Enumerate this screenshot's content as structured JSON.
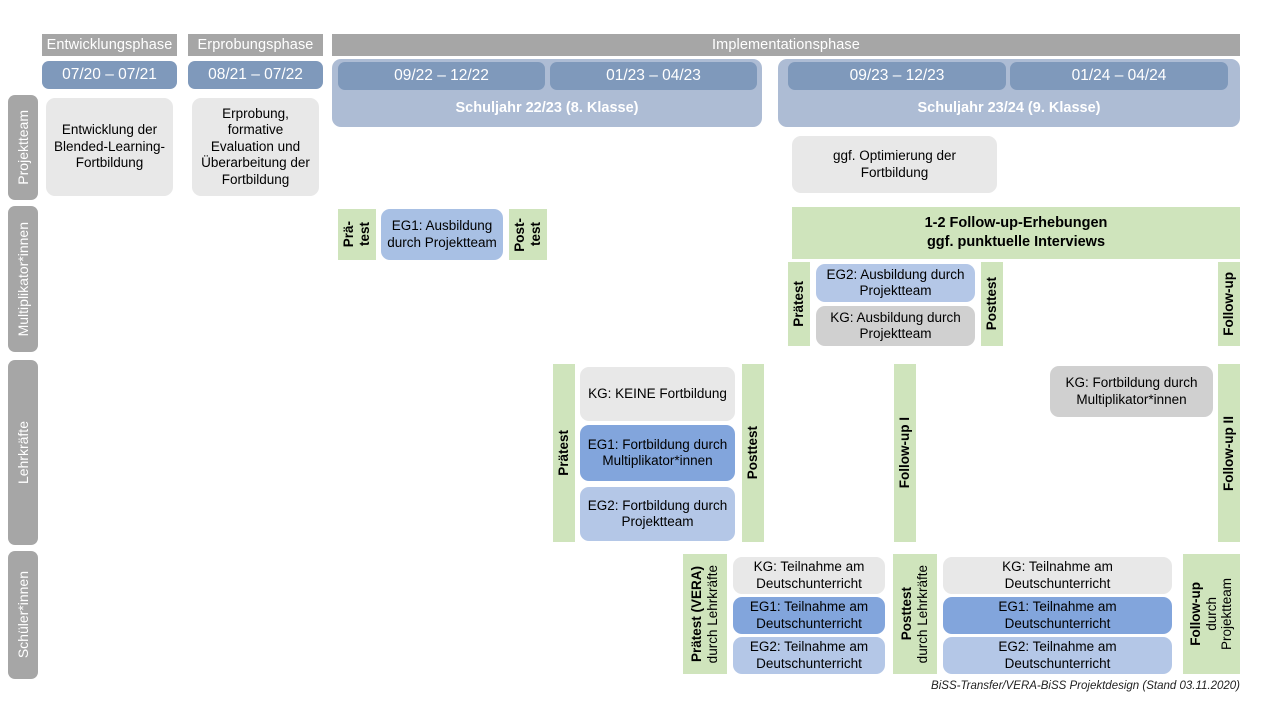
{
  "diagram": {
    "footer": "BiSS-Transfer/VERA-BiSS Projektdesign (Stand 03.11.2020)",
    "colors": {
      "header_grey": "#a6a6a6",
      "date_pill_blue": "#7f99bb",
      "schuljahr_blue": "#adbcd4",
      "green": "#cfe4bc",
      "grey_box": "#e8e8e8",
      "grey_box_dark": "#d0d0d0",
      "eg1_blue": "#82a5dc",
      "eg2_blue": "#b4c7e7"
    }
  },
  "phases": [
    {
      "id": "entwicklung",
      "label": "Entwicklungsphase"
    },
    {
      "id": "erprobung",
      "label": "Erprobungsphase"
    },
    {
      "id": "implementation",
      "label": "Implementationsphase"
    }
  ],
  "periods": [
    {
      "id": "p1",
      "label": "07/20 – 07/21"
    },
    {
      "id": "p2",
      "label": "08/21 – 07/22"
    },
    {
      "id": "p3",
      "label": "09/22 – 12/22"
    },
    {
      "id": "p4",
      "label": "01/23 – 04/23"
    },
    {
      "id": "p5",
      "label": "09/23 – 12/23"
    },
    {
      "id": "p6",
      "label": "01/24 – 04/24"
    }
  ],
  "schooljahre": [
    {
      "id": "sj2223",
      "label": "Schuljahr 22/23 (8. Klasse)"
    },
    {
      "id": "sj2324",
      "label": "Schuljahr 23/24 (9. Klasse)"
    }
  ],
  "rows": [
    {
      "id": "projektteam",
      "label": "Projektteam"
    },
    {
      "id": "multiplikatoren",
      "label": "Multiplikator*innen"
    },
    {
      "id": "lehrkraefte",
      "label": "Lehrkräfte"
    },
    {
      "id": "schueler",
      "label": "Schüler*innen"
    }
  ],
  "projektteam": {
    "entwicklung_box": "Entwicklung der Blended-Learning-Fortbildung",
    "erprobung_box": "Erprobung, formative Evaluation und Überarbeitung der Fortbildung",
    "optimierung_box": "ggf. Optimierung der Fortbildung"
  },
  "multiplikatoren": {
    "praetest_1": "Prä-\ntest",
    "praetest_1_line1": "Prä-",
    "praetest_1_line2": "test",
    "eg1_box": "EG1: Ausbildung durch Projektteam",
    "posttest_1_line1": "Post-",
    "posttest_1_line2": "test",
    "followup_banner_line1": "1-2 Follow-up-Erhebungen",
    "followup_banner_line2": "ggf. punktuelle Interviews",
    "praetest_2": "Prätest",
    "eg2_box": "EG2: Ausbildung durch Projektteam",
    "kg_box": "KG: Ausbildung durch Projektteam",
    "posttest_2": "Posttest",
    "followup": "Follow-up"
  },
  "lehrkraefte": {
    "praetest": "Prätest",
    "kg_box": "KG:  KEINE Fortbildung",
    "eg1_box": "EG1: Fortbildung durch Multiplikator*innen",
    "eg2_box": "EG2: Fortbildung durch Projektteam",
    "posttest": "Posttest",
    "followup_1": "Follow-up I",
    "kg_fortbildung_box": "KG: Fortbildung durch Multiplikator*innen",
    "followup_2": "Follow-up II"
  },
  "schueler": {
    "praetest_main": "Prätest (VERA)",
    "praetest_sub": "durch Lehrkräfte",
    "kg_box_1": "KG: Teilnahme am Deutschunterricht",
    "eg1_box_1": "EG1: Teilnahme am Deutschunterricht",
    "eg2_box_1": "EG2: Teilnahme am Deutschunterricht",
    "posttest_main": "Posttest",
    "posttest_sub": "durch Lehrkräfte",
    "kg_box_2": "KG: Teilnahme am Deutschunterricht",
    "eg1_box_2": "EG1: Teilnahme am Deutschunterricht",
    "eg2_box_2": "EG2: Teilnahme am Deutschunterricht",
    "followup_main": "Follow-up",
    "followup_sub1": "durch",
    "followup_sub2": "Projektteam"
  }
}
